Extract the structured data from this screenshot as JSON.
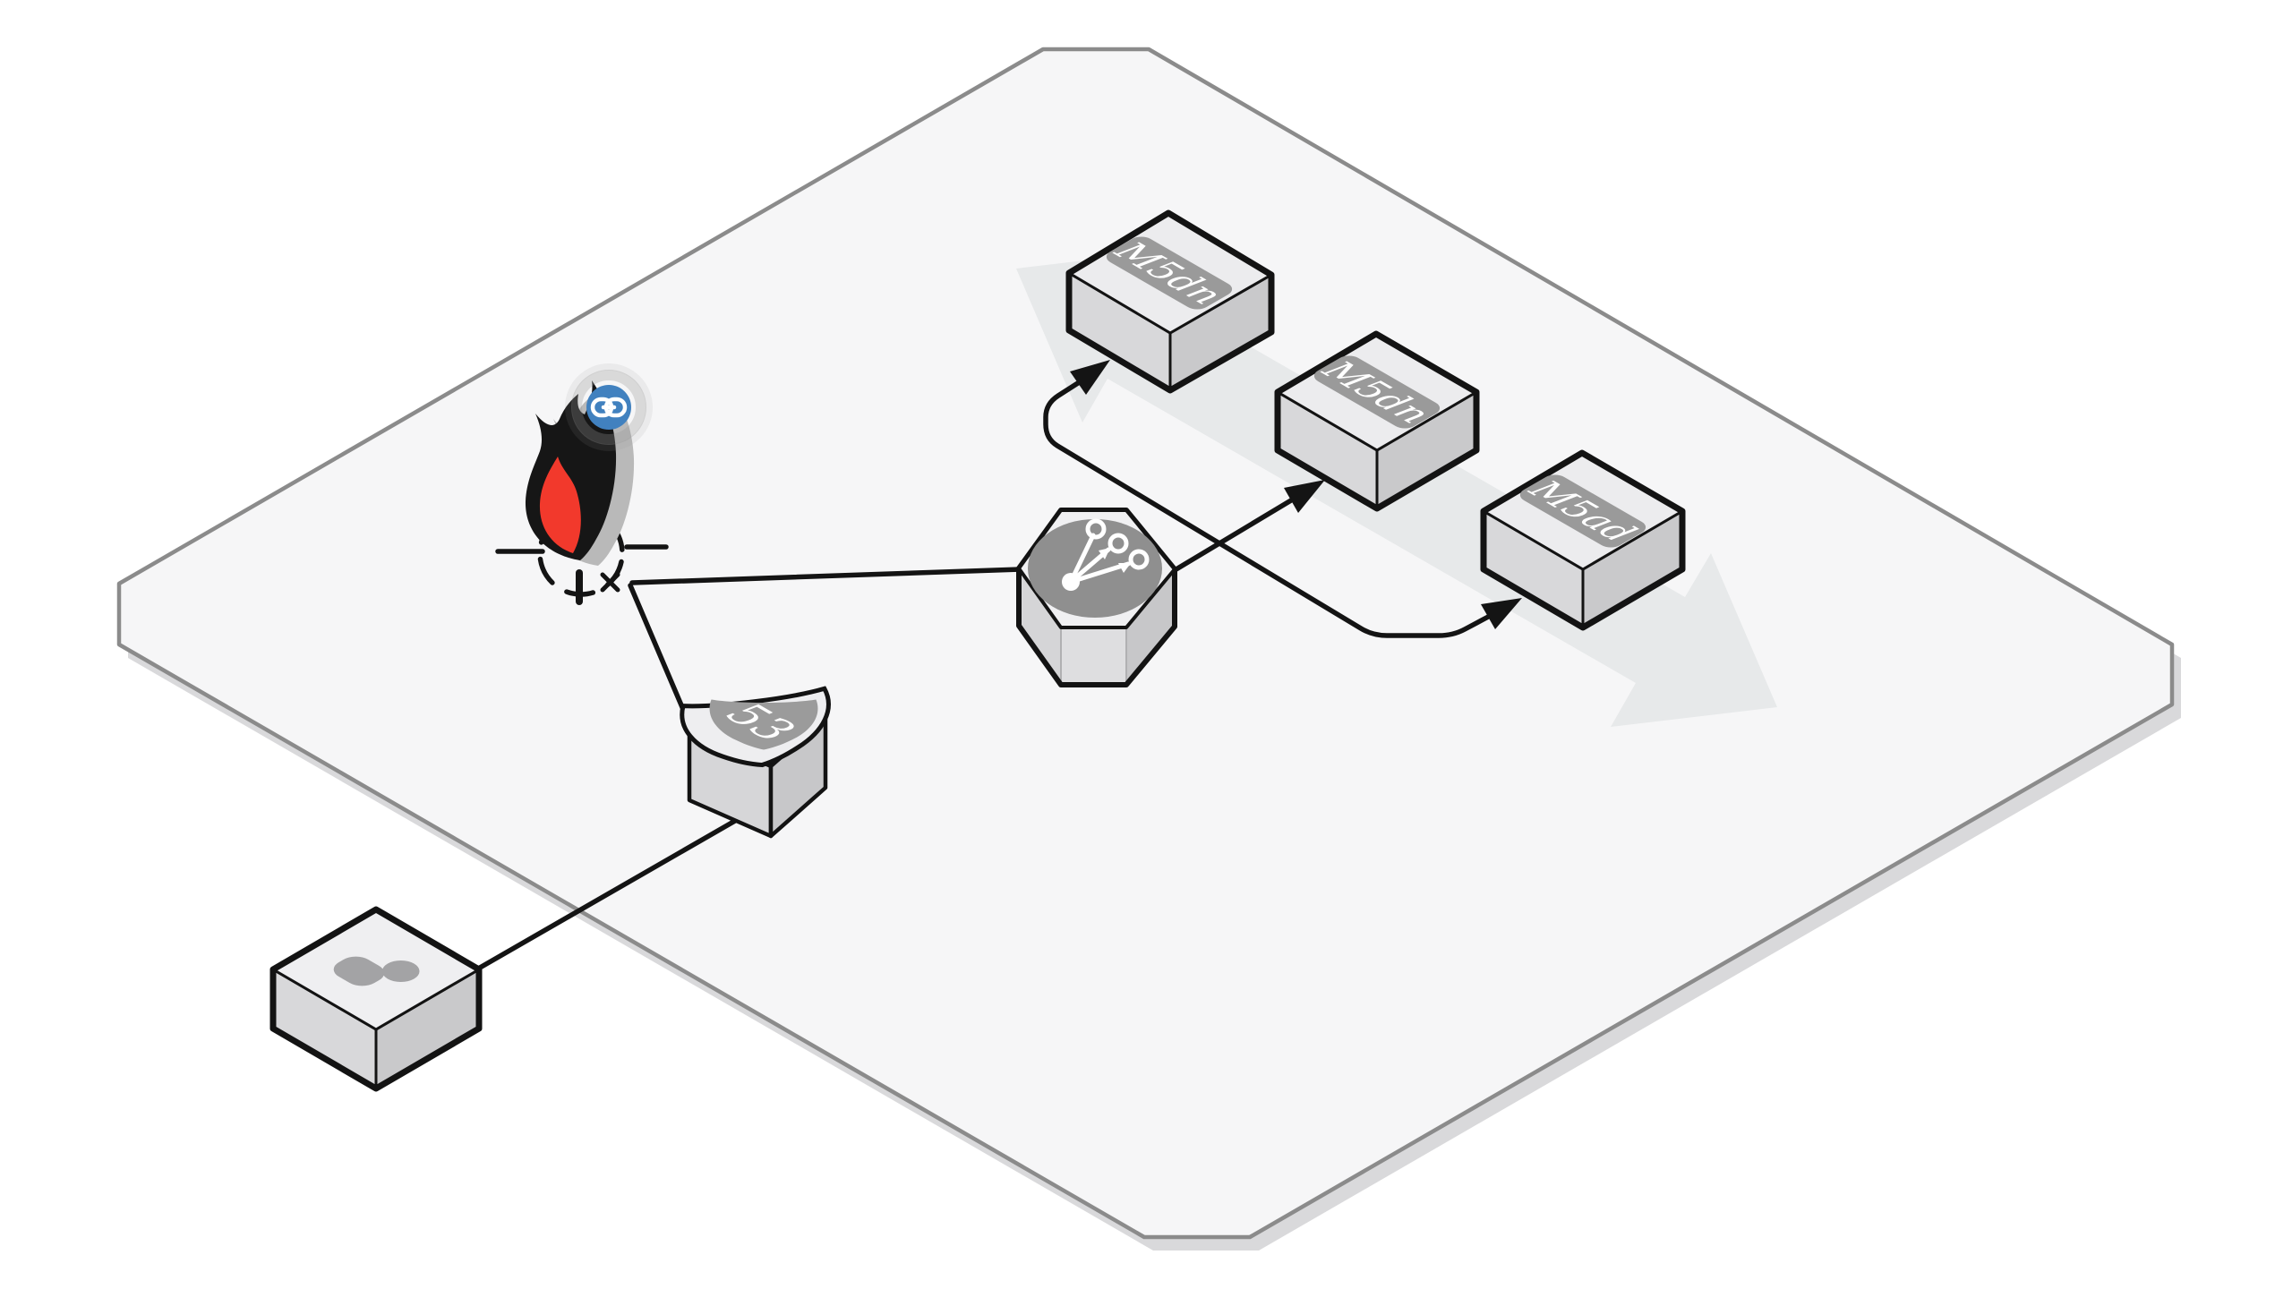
{
  "diagram": {
    "type": "isometric-architecture-diagram",
    "background": "#ffffff",
    "plane": {
      "description": "large beveled isometric diamond floor",
      "fill": "#f6f6f7",
      "border_color": "#8b8b8b",
      "shadow_color": "#d9d9db"
    },
    "highlight_arrow": {
      "description": "large double-headed diagonal arrow behind the instance row",
      "fill": "#e7e9ea"
    },
    "nodes": {
      "fire": {
        "icon": "flame-icon",
        "marker": "crosshair-target",
        "flame_black": "#161616",
        "flame_red": "#f2392c",
        "flame_shadow": "#b9b9b9"
      },
      "link_badge": {
        "icon": "link-icon",
        "color": "#4181bf",
        "glyph_color": "#ffffff"
      },
      "route53": {
        "label": "53",
        "badge_color": "#9b9b9b",
        "label_color": "#ffffff"
      },
      "load_balancer": {
        "icon": "branch-arrows-icon",
        "circle_color": "#8f8f8f",
        "glyph_color": "#ffffff"
      },
      "instances": [
        {
          "label": "M5dn"
        },
        {
          "label": "M5dn"
        },
        {
          "label": "M5ad"
        }
      ],
      "user": {
        "icon": "person-icon",
        "color": "#a3a3a5"
      }
    },
    "node_colors": {
      "top": "#ececee",
      "left": "#d8d8da",
      "right": "#c9c9cb",
      "outline": "#131313",
      "plate": "#9a9a9a",
      "plate_text": "#ffffff"
    },
    "connectors": [
      {
        "from": "fire",
        "to": "load-balancer",
        "arrow": "none"
      },
      {
        "from": "fire",
        "to": "route53",
        "arrow": "none"
      },
      {
        "from": "route53",
        "to": "user",
        "arrow": "none"
      },
      {
        "from": "load-balancer",
        "to": "instance-2",
        "arrow": "end"
      },
      {
        "from": "instance-1",
        "to": "instance-3",
        "arrow": "both"
      }
    ]
  }
}
